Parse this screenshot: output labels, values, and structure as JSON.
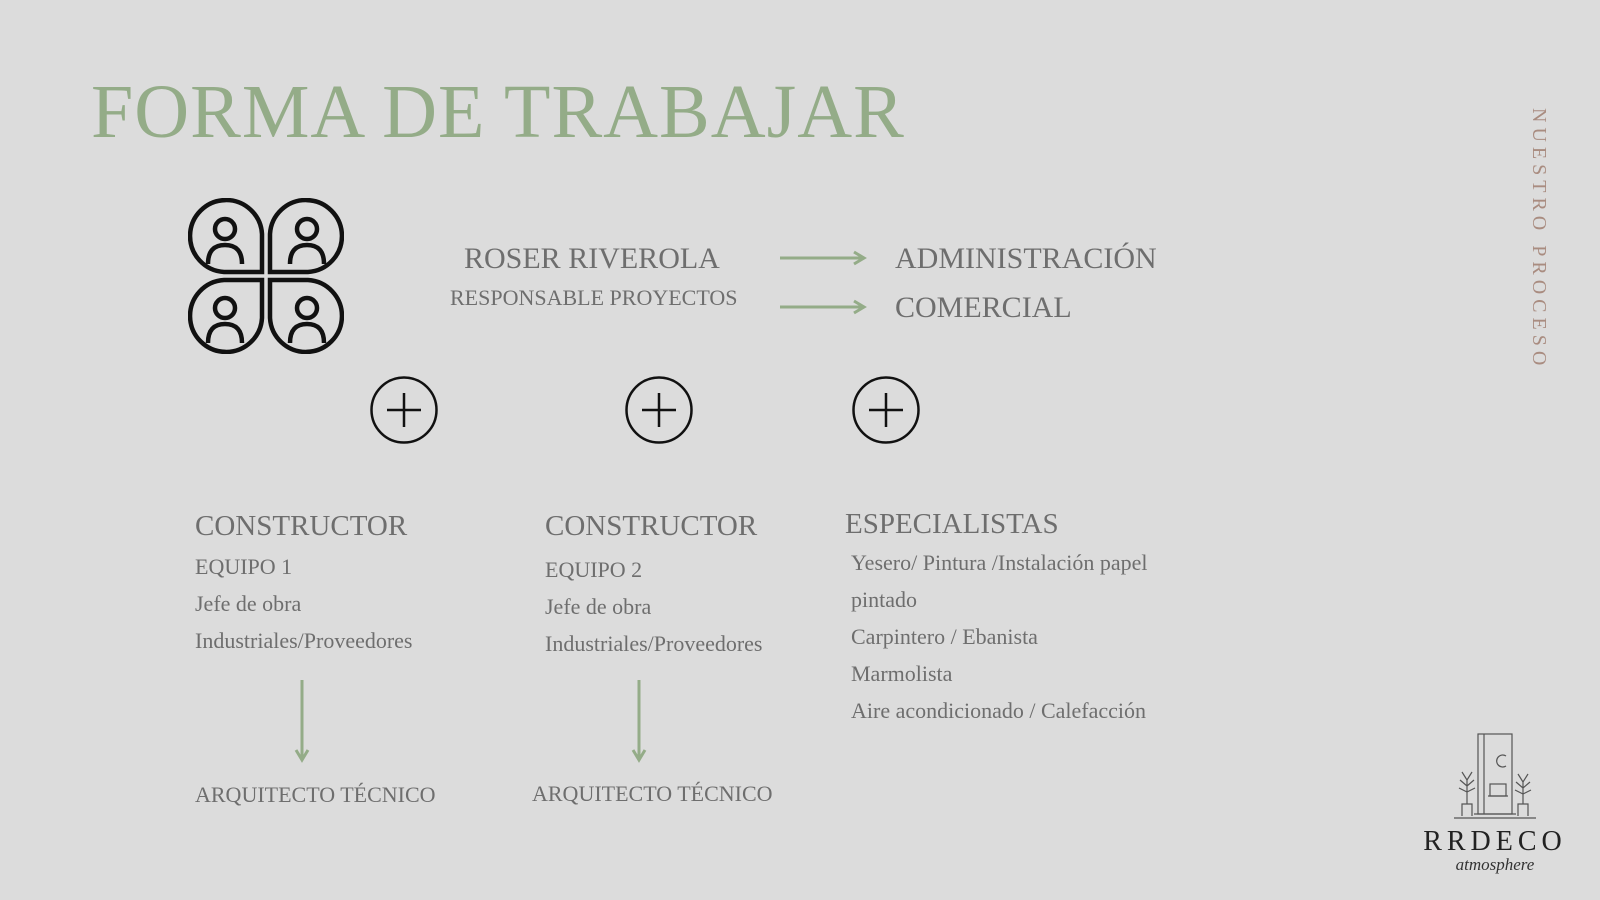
{
  "title": "FORMA DE TRABAJAR",
  "side_label": "NUESTRO PROCESO",
  "lead": {
    "name": "ROSER RIVEROLA",
    "role": "RESPONSABLE PROYECTOS",
    "targets": [
      "ADMINISTRACIÓN",
      "COMERCIAL"
    ]
  },
  "columns": [
    {
      "heading": "CONSTRUCTOR",
      "lines": [
        "EQUIPO 1",
        "Jefe de obra",
        "Industriales/Proveedores"
      ],
      "result": "ARQUITECTO  TÉCNICO"
    },
    {
      "heading": "CONSTRUCTOR",
      "lines": [
        "EQUIPO 2",
        "Jefe de obra",
        "Industriales/Proveedores"
      ],
      "result": "ARQUITECTO  TÉCNICO"
    },
    {
      "heading": "ESPECIALISTAS",
      "lines": [
        "Yesero/ Pintura /Instalación papel",
        "pintado",
        "Carpintero / Ebanista",
        "Marmolista",
        "Aire acondicionado / Calefacción"
      ]
    }
  ],
  "logo": {
    "name": "RRDECO",
    "tagline": "atmosphere"
  },
  "colors": {
    "accent_green": "#94ac88",
    "side_label": "#a98c80",
    "background": "#dcdcdc",
    "text": "#6e6e6e"
  }
}
